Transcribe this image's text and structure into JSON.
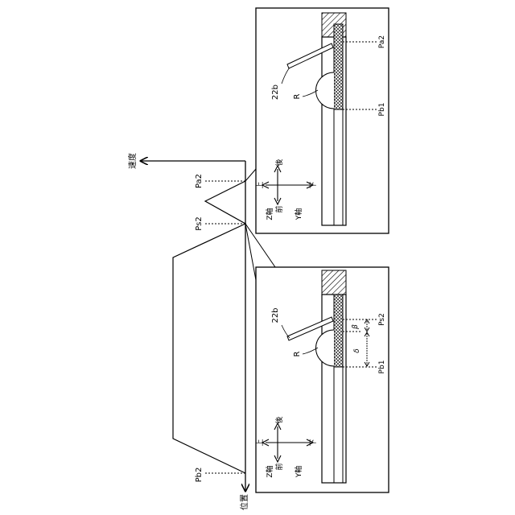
{
  "axes": {
    "vertical_label": "速度",
    "horizontal_label": "位置"
  },
  "position_labels": {
    "pa2": "Pa2",
    "ps2": "Ps2",
    "pb2": "Pb2"
  },
  "upper_panel": {
    "part_label": "22b",
    "region_label": "R",
    "point_a": "Pa2",
    "point_b": "Pb1",
    "axis_up": "上",
    "axis_down": "下",
    "axis_front": "前",
    "axis_back": "後",
    "axis_z": "Z軸",
    "axis_y": "Y軸"
  },
  "lower_panel": {
    "part_label": "22b",
    "region_label": "R",
    "point_a": "Ps2",
    "point_b": "Pb1",
    "beta": "β",
    "delta": "δ",
    "axis_up": "上",
    "axis_down": "下",
    "axis_front": "前",
    "axis_back": "後",
    "axis_z": "Z軸",
    "axis_y": "Y軸"
  }
}
